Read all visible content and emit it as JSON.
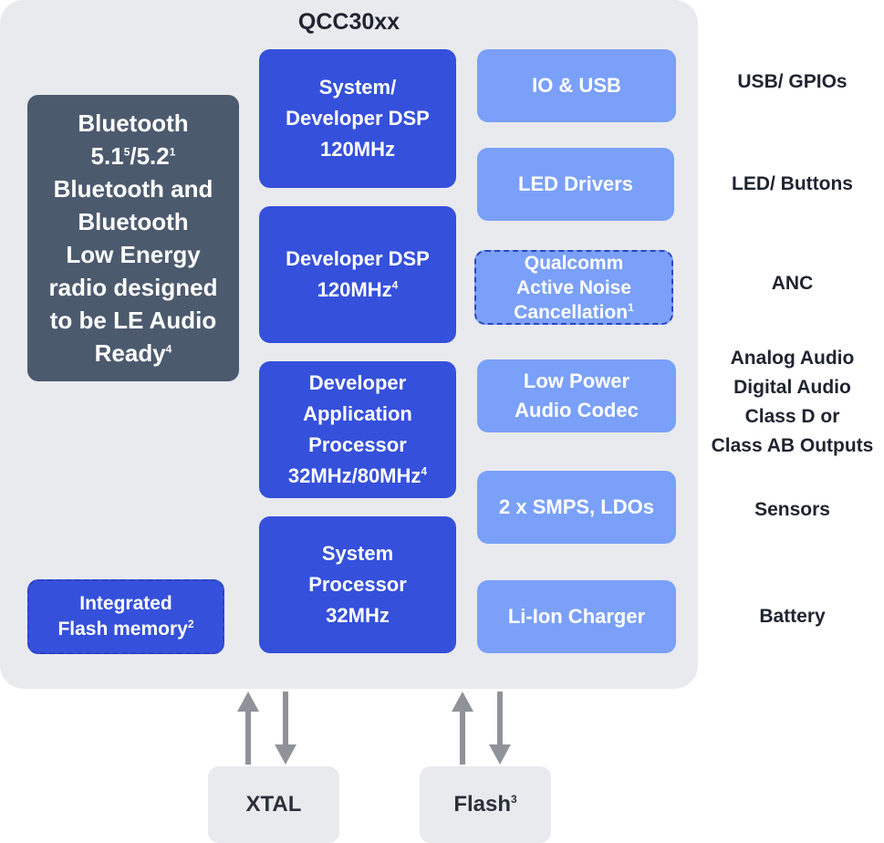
{
  "chip_title": "QCC30xx",
  "radio": {
    "lines": [
      "Bluetooth",
      "5.1",
      "5",
      "/5.2",
      "1",
      "Bluetooth and",
      "Bluetooth",
      "Low Energy",
      "radio designed",
      "to be LE Audio",
      "Ready",
      "4"
    ]
  },
  "flash_memory": {
    "line1": "Integrated",
    "line2": "Flash memory",
    "sup": "2"
  },
  "processors": {
    "system_dsp": [
      "System/",
      "Developer DSP",
      "120MHz"
    ],
    "developer_dsp": {
      "line1": "Developer DSP",
      "line2": "120MHz",
      "sup": "4"
    },
    "app_processor": {
      "line1": "Developer",
      "line2": "Application",
      "line3": "Processor",
      "line4": "32MHz/80MHz",
      "sup": "4"
    },
    "system_processor": [
      "System",
      "Processor",
      "32MHz"
    ]
  },
  "peripherals": {
    "io_usb": "IO & USB",
    "led_drivers": "LED Drivers",
    "anc": {
      "line1": "Qualcomm",
      "line2": "Active Noise",
      "line3": "Cancellation",
      "sup": "1"
    },
    "codec": [
      "Low Power",
      "Audio Codec"
    ],
    "smps": "2 x SMPS, LDOs",
    "charger": "Li-Ion Charger"
  },
  "interfaces": {
    "usb": "USB/ GPIOs",
    "led": "LED/ Buttons",
    "anc": "ANC",
    "audio": [
      "Analog Audio",
      "Digital Audio",
      "Class D or",
      "Class AB Outputs"
    ],
    "sensors": "Sensors",
    "battery": "Battery"
  },
  "external": {
    "xtal": "XTAL",
    "flash": "Flash",
    "flash_sup": "3"
  },
  "colors": {
    "chip_bg": "#e9eaee",
    "slate": "#4c5a6e",
    "dark_blue": "#3550db",
    "light_blue": "#7aa0f9",
    "arrow": "#8f9399"
  }
}
